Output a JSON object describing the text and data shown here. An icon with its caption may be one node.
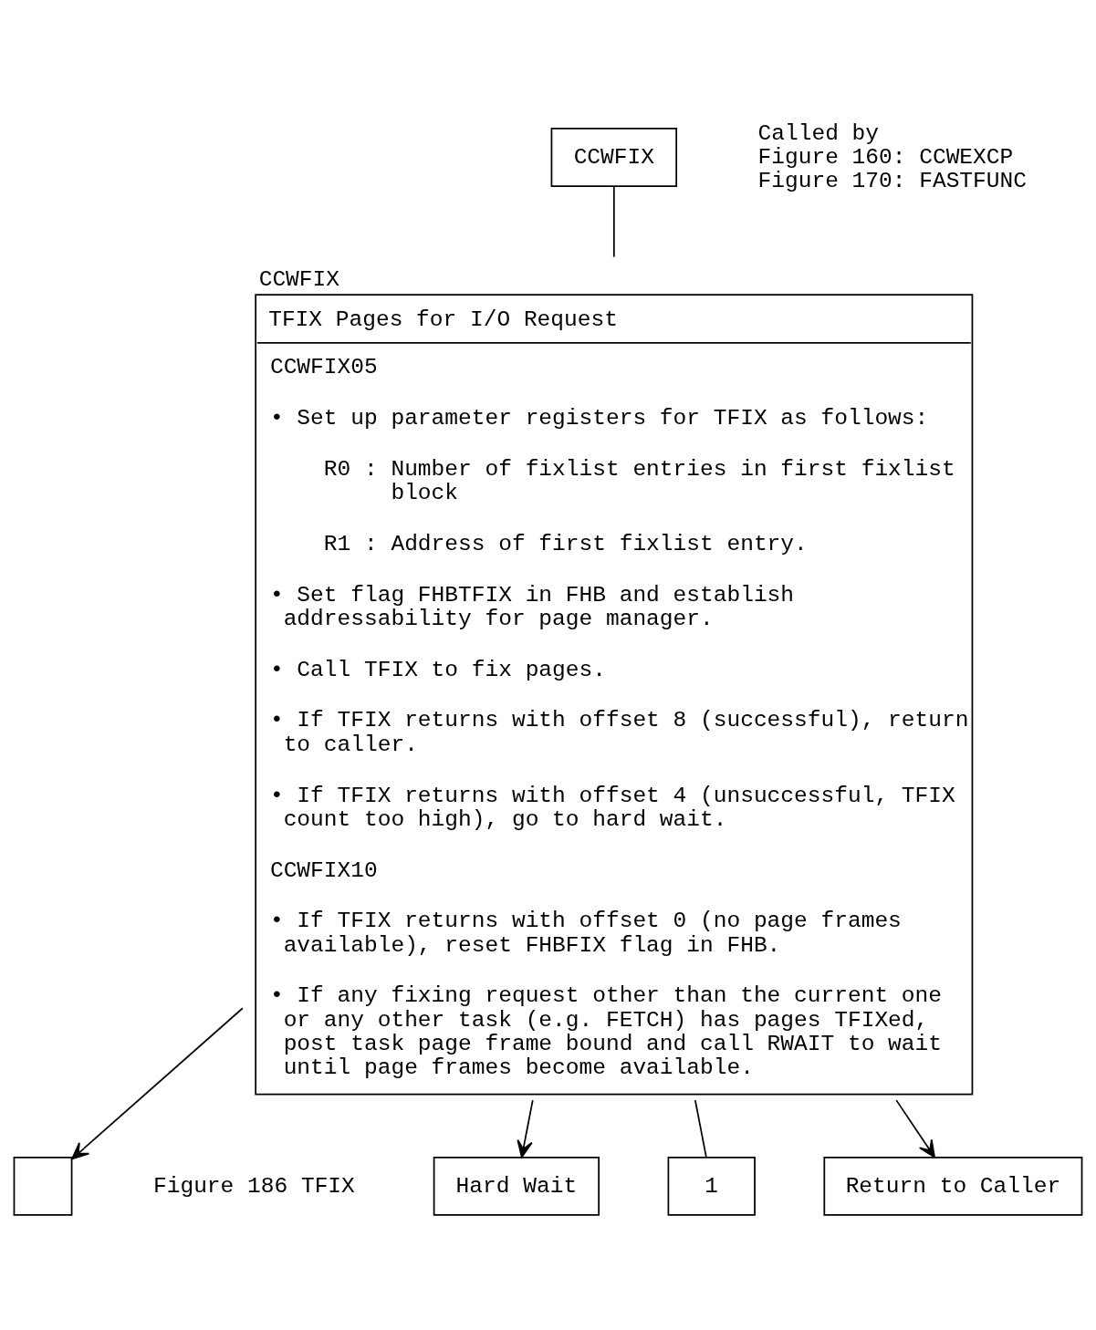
{
  "diagram": {
    "nodes": [
      {
        "text": [
          "CCWFIX"
        ],
        "beside": [
          "Called by",
          "Figure 160: CCWEXCP",
          "Figure 170: FASTFUNC"
        ]
      },
      {
        "text": [
          "CCWFIX",
          "TFIX Pages for I/O Request",
          "CCWFIX05",
          "• Set up parameter registers for TFIX as follows:",
          "R0 : Number of fixlist entries in first fixlist block",
          "R1 : Address of first fixlist entry.",
          "• Set flag FHBTFIX in FHB and establish addressability for page manager.",
          "• Call TFIX to fix pages.",
          "• If TFIX returns with offset 8 (successful), return to caller.",
          "• If TFIX returns with offset 4 (unsuccessful, TFIX count too high), go to hard wait.",
          "CCWFIX10",
          "• If TFIX returns with offset 0 (no page frames available), reset FHBFIX flag in FHB.",
          "• If any fixing request other than the current one or any other task (e.g. FETCH) has pages TFIXed, post task page frame bound and call RWAIT to wait until page frames become available."
        ]
      },
      {
        "text": [],
        "shape": "box",
        "beside": [
          "Figure 186 TFIX"
        ]
      },
      {
        "text": [
          "Hard Wait"
        ]
      },
      {
        "text": [
          "1"
        ]
      },
      {
        "text": [
          "Return to Caller"
        ]
      }
    ],
    "edges": [
      {
        "from": 0,
        "to": 1,
        "arrow": "none"
      },
      {
        "from": 1,
        "to": 2,
        "arrow": "to"
      },
      {
        "from": 1,
        "to": 5,
        "arrow": "to"
      },
      {
        "from": 1,
        "to": 3,
        "arrow": "to"
      },
      {
        "from": 1,
        "to": 4,
        "arrow": "none"
      }
    ]
  }
}
